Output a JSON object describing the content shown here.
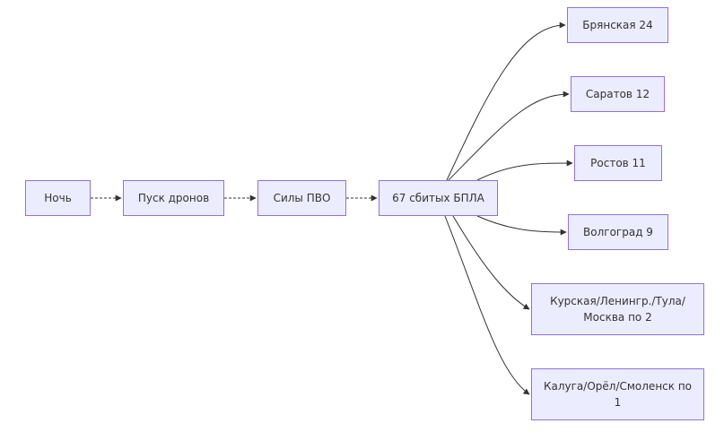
{
  "colors": {
    "node_fill": "#ececff",
    "node_border": "#9370db",
    "edge": "#333333",
    "text": "#333333"
  },
  "nodes": {
    "night": "Ночь",
    "launch": "Пуск дронов",
    "defense": "Силы ПВО",
    "downed": "67 сбитых БПЛА",
    "bryansk": "Брянская 24",
    "saratov": "Саратов 12",
    "rostov": "Ростов 11",
    "volgograd": "Волгоград 9",
    "group_two": "Курская/Ленингр./Тула/ Москва по 2",
    "group_one": "Калуга/Орёл/Смоленск по 1"
  },
  "edges": [
    {
      "from": "night",
      "to": "launch",
      "style": "dotted"
    },
    {
      "from": "launch",
      "to": "defense",
      "style": "dotted"
    },
    {
      "from": "defense",
      "to": "downed",
      "style": "dotted"
    },
    {
      "from": "downed",
      "to": "bryansk",
      "style": "solid"
    },
    {
      "from": "downed",
      "to": "saratov",
      "style": "solid"
    },
    {
      "from": "downed",
      "to": "rostov",
      "style": "solid"
    },
    {
      "from": "downed",
      "to": "volgograd",
      "style": "solid"
    },
    {
      "from": "downed",
      "to": "group_two",
      "style": "solid"
    },
    {
      "from": "downed",
      "to": "group_one",
      "style": "solid"
    }
  ]
}
